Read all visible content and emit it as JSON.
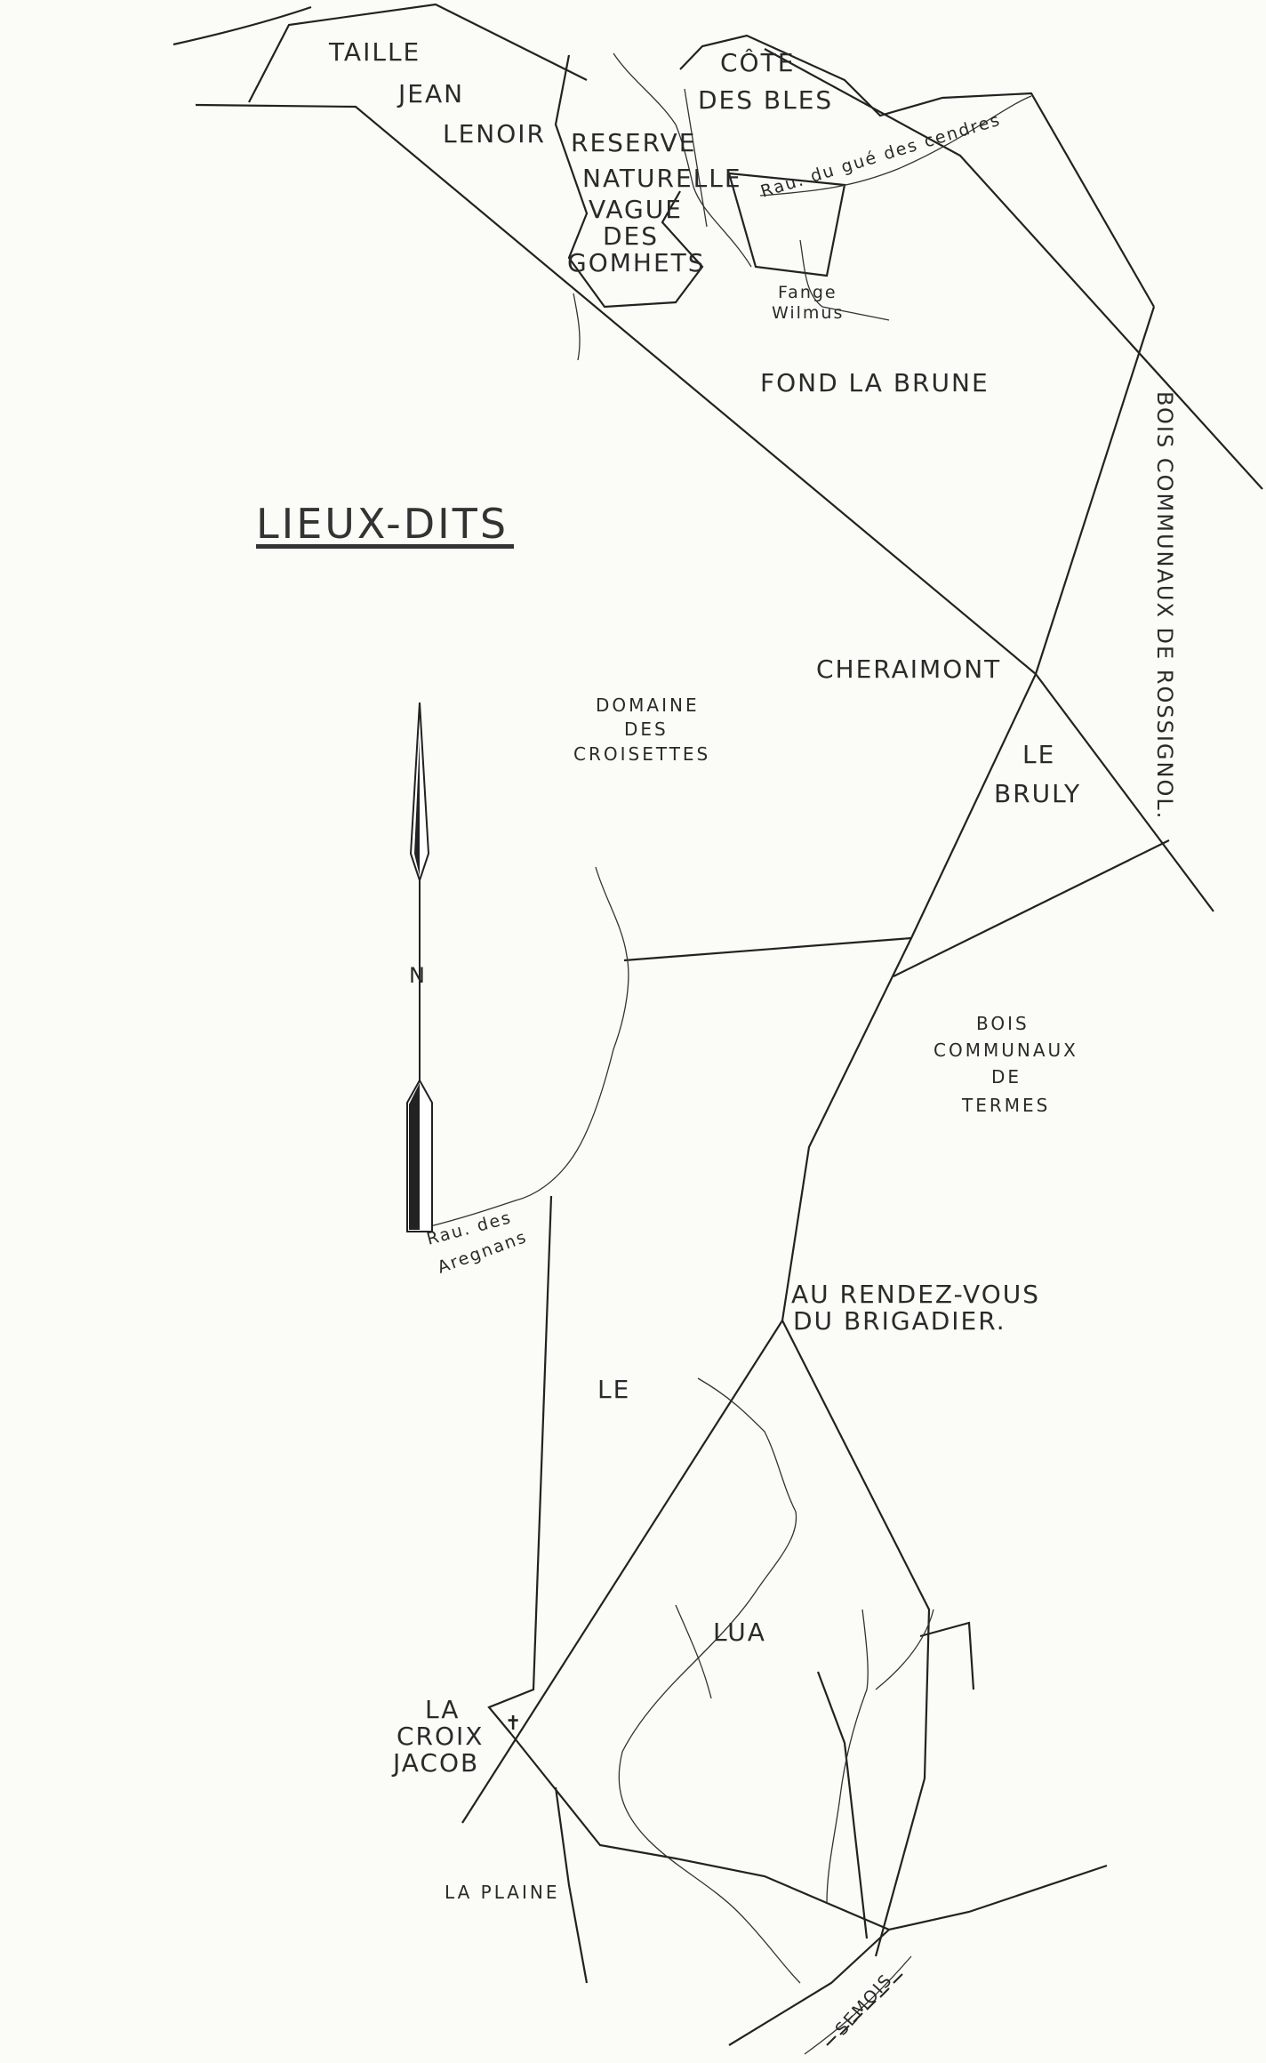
{
  "map": {
    "title": "LIEUX-DITS",
    "places": {
      "taille": "TAILLE",
      "jean": "JEAN",
      "lenoir": "LENOIR",
      "reserve": "RESERVE",
      "naturelle": "NATURELLE",
      "vague": "VAGUE",
      "des_gomhets": "DES",
      "gomhets": "GOMHETS",
      "cote": "CÔTE",
      "des_bles": "DES BLES",
      "fange": "Fange",
      "wilmus": "Wilmus",
      "fond_la_brune": "FOND LA BRUNE",
      "bois_rossignol": "BOIS COMMUNAUX DE ROSSIGNOL.",
      "cheraimont": "CHERAIMONT",
      "domaine": "DOMAINE",
      "domaine_des": "DES",
      "croisettes": "CROISETTES",
      "le_bruly_1": "LE",
      "le_bruly_2": "BRULY",
      "bois_termes_1": "BOIS",
      "bois_termes_2": "COMMUNAUX",
      "bois_termes_3": "DE",
      "bois_termes_4": "TERMES",
      "rendez_vous_1": "AU RENDEZ-VOUS",
      "rendez_vous_2": "DU BRIGADIER.",
      "le_lua_1": "LE",
      "le_lua_2": "LUA",
      "croix_1": "LA",
      "croix_2": "CROIX",
      "croix_3": "JACOB",
      "la_plaine": "LA PLAINE"
    },
    "streams": {
      "gue_des_cendres": "Rau. du gué des cendres",
      "aregnans_1": "Rau. des",
      "aregnans_2": "Aregnans",
      "semois": "SEMOIS"
    },
    "compass_label": "N",
    "symbols": {
      "cross": "✝"
    },
    "colors": {
      "ink": "#222222",
      "paper": "#fbfbf8"
    }
  }
}
